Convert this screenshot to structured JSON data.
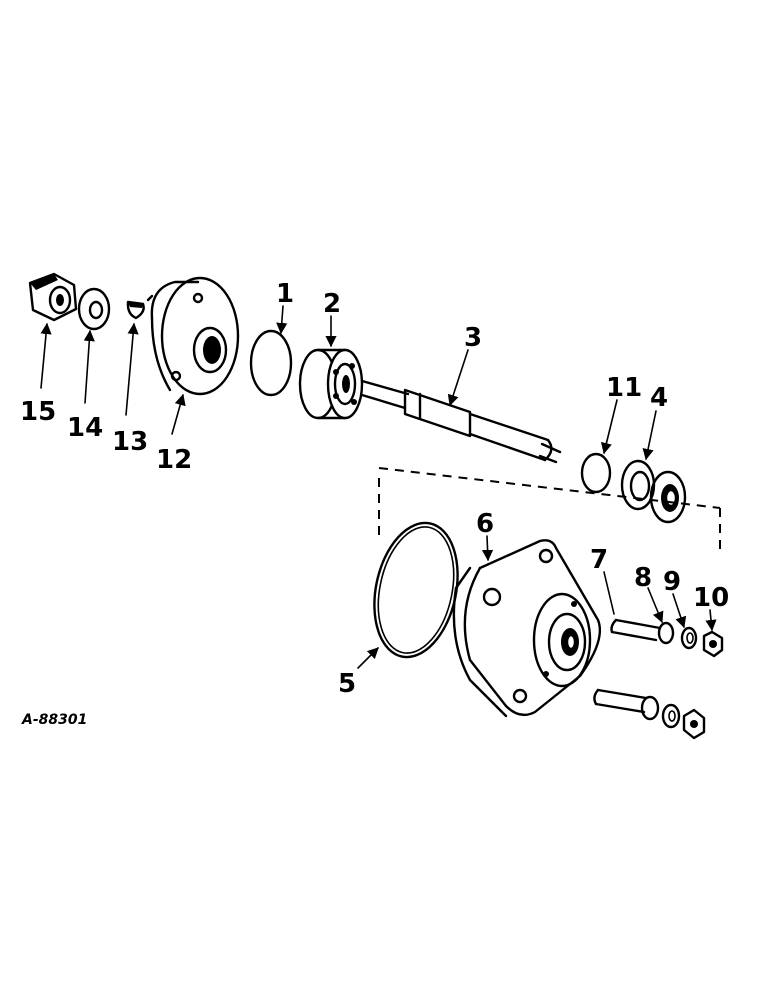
{
  "figure_ref": "A-88301",
  "callouts": {
    "c1": "1",
    "c2": "2",
    "c3": "3",
    "c4": "4",
    "c5": "5",
    "c6": "6",
    "c7": "7",
    "c8": "8",
    "c9": "9",
    "c10": "10",
    "c11": "11",
    "c12": "12",
    "c13": "13",
    "c14": "14",
    "c15": "15"
  }
}
